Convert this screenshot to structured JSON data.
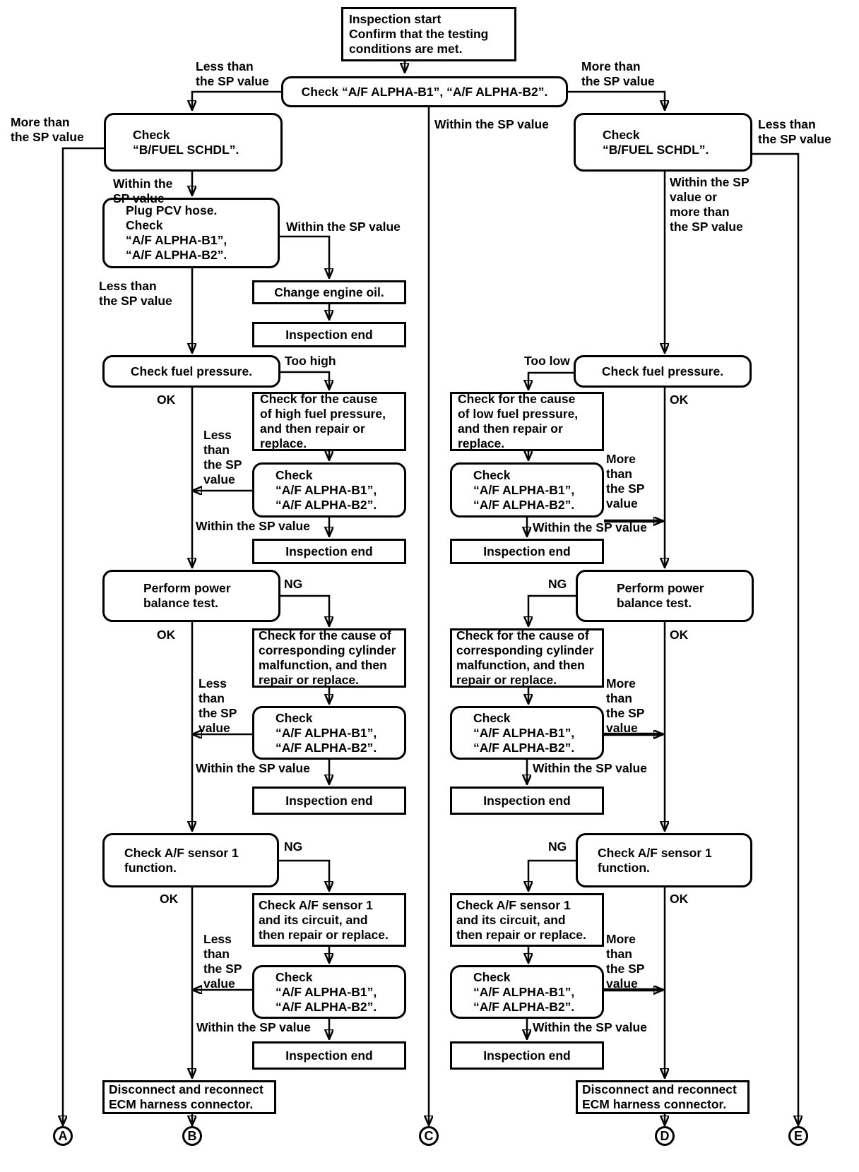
{
  "connectors": {
    "a": "A",
    "b": "B",
    "c": "C",
    "d": "D",
    "e": "E"
  },
  "labels": {
    "less2": [
      "Less than",
      "the SP value"
    ],
    "more2": [
      "More than",
      "the SP value"
    ],
    "within1": "Within the SP value",
    "within2": [
      "Within the",
      "SP value"
    ],
    "within4": [
      "Within the SP",
      "value or",
      "more than",
      "the SP value"
    ],
    "less4": [
      "Less",
      "than",
      "the SP",
      "value"
    ],
    "more4": [
      "More",
      "than",
      "the SP",
      "value"
    ],
    "too_high": "Too high",
    "too_low": "Too low",
    "ok": "OK",
    "ng": "NG"
  },
  "nodes": {
    "start": [
      "Inspection start",
      "Confirm that the testing",
      "conditions are met."
    ],
    "check_alpha_wide": "Check “A/F ALPHA-B1”, “A/F ALPHA-B2”.",
    "check_bfuel": [
      "Check",
      "“B/FUEL SCHDL”."
    ],
    "plug_pcv": [
      "Plug PCV hose.",
      "Check",
      "“A/F ALPHA-B1”,",
      "“A/F ALPHA-B2”."
    ],
    "change_oil": "Change engine oil.",
    "inspection_end": "Inspection end",
    "check_fuel": "Check fuel pressure.",
    "cause_high": [
      "Check for the cause",
      "of high fuel pressure,",
      "and then repair or",
      "replace."
    ],
    "cause_low": [
      "Check for the cause",
      "of low fuel pressure,",
      "and then repair or",
      "replace."
    ],
    "alpha_small": [
      "Check",
      "“A/F ALPHA-B1”,",
      "“A/F ALPHA-B2”."
    ],
    "power_balance": [
      "Perform power",
      "balance test."
    ],
    "cause_cylinder": [
      "Check for the cause of",
      "corresponding cylinder",
      "malfunction, and then",
      "repair or replace."
    ],
    "sensor_function": [
      "Check A/F sensor 1",
      "function."
    ],
    "sensor_circuit": [
      "Check A/F sensor 1",
      "and its circuit, and",
      "then repair or replace."
    ],
    "disconnect": [
      "Disconnect and reconnect",
      "ECM harness connector."
    ]
  }
}
